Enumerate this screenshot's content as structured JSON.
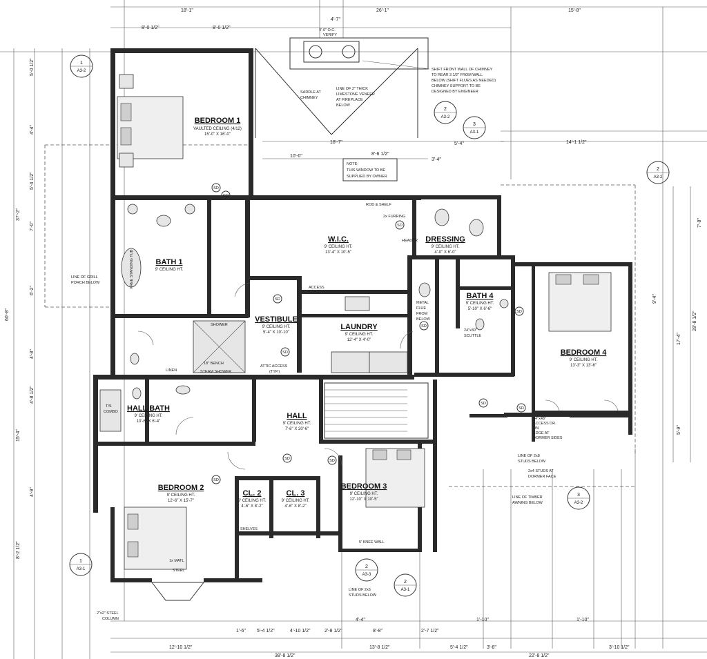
{
  "rooms": {
    "bedroom1": {
      "title": "BEDROOM 1",
      "ceiling": "VAULTED CEILING (4/12)",
      "size": "15'-0\" X 16'-0\""
    },
    "bath1": {
      "title": "BATH 1",
      "ceiling": "9' CEILING HT."
    },
    "wic": {
      "title": "W.I.C.",
      "ceiling": "9' CEILING HT.",
      "size": "13'-4\" X 10'-5\""
    },
    "dressing": {
      "title": "DRESSING",
      "ceiling": "9' CEILING HT.",
      "size": "4'-0\" X 6'-0\""
    },
    "vestibule": {
      "title": "VESTIBULE",
      "ceiling": "9' CEILING HT.",
      "size": "5'-4\" X 10'-10\""
    },
    "laundry": {
      "title": "LAUNDRY",
      "ceiling": "9' CEILING HT.",
      "size": "12'-4\" X 4'-0\""
    },
    "bath4": {
      "title": "BATH 4",
      "ceiling": "9' CEILING HT.",
      "size": "5'-10\" X 6'-6\""
    },
    "bedroom4": {
      "title": "BEDROOM 4",
      "ceiling": "9' CEILING HT.",
      "size": "13'-3\" X 13'-6\""
    },
    "hallbath": {
      "title": "HALL BATH",
      "ceiling": "9' CEILING HT.",
      "size": "10'-6\" X 6'-4\""
    },
    "hall": {
      "title": "HALL",
      "ceiling": "9' CEILING HT.",
      "size": "7'-6\" X 20'-6\""
    },
    "bedroom2": {
      "title": "BEDROOM 2",
      "ceiling": "9' CEILING HT.",
      "size": "12'-6\" X 15'-7\""
    },
    "cl2": {
      "title": "CL. 2",
      "ceiling": "9' CEILING HT.",
      "size": "4'-6\" X 8'-2\""
    },
    "cl3": {
      "title": "CL. 3",
      "ceiling": "9' CEILING HT.",
      "size": "4'-6\" X 8'-2\""
    },
    "bedroom3": {
      "title": "BEDROOM 3",
      "ceiling": "9' CEILING HT.",
      "size": "12'-10\" X 10'-5\""
    }
  },
  "notes": {
    "window_note": [
      "NOTE:",
      "THIS WINDOW TO BE",
      "SUPPLIED BY OWNER"
    ],
    "chimney_note": [
      "SHIFT FRONT WALL OF CHIMNEY",
      "TO REAR 3 1/2\" FROM WALL",
      "BELOW (SHIFT FLUES AS NEEDED)",
      "CHIMNEY SUPPORT TO BE",
      "DESIGNED BY ENGINEER"
    ],
    "saddle": [
      "SADDLE AT",
      "CHIMNEY"
    ],
    "veneer": [
      "LINE OF 2\" THICK",
      "LIMESTONE VENEER",
      "AT FIREPLACE",
      "BELOW"
    ],
    "grill": [
      "LINE OF GRILL",
      "PORCH BELOW"
    ],
    "timber": [
      "LINE OF TIMBER",
      "AWNING BELOW"
    ],
    "studs_below": [
      "LINE OF 2x6",
      "STUDS BELOW"
    ],
    "dormer_access": [
      "24\"x48\"",
      "ACCESS DR.",
      "ON",
      "EDGE AT",
      "DORMER SIDES"
    ],
    "studs_dormer": [
      "LINE OF 2x8",
      "STUDS BELOW"
    ],
    "studs_face": [
      "2x4 STUDS AT",
      "DORMER FACE"
    ],
    "attic": [
      "ATTIC ACCESS",
      "(TYP.)"
    ],
    "shower": "SHOWER",
    "bench": "18\" BENCH",
    "steam": "STEAM SHOWER",
    "linen": "LINEN",
    "tub": "FREE STANDING TUB",
    "metal_flue": [
      "METAL",
      "FLUE",
      "FROM",
      "BELOW"
    ],
    "scuttle": [
      "24\"x30\"",
      "SCUTTLE"
    ],
    "steel_column": [
      "2\"x2\" STEEL",
      "COLUMN"
    ],
    "matl": [
      "1x MATL",
      "STEEL"
    ],
    "knee_wall": "5' KNEE WALL",
    "rod_shelf": "ROD & SHELF",
    "shelves": "SHELVES",
    "access": "ACCESS",
    "furring": "2x FURRING",
    "header": "HEADER",
    "combo": [
      "T/S",
      "COMBO"
    ],
    "verify": [
      "4'-0\" O.C.",
      "VERIFY"
    ]
  },
  "dims_top": [
    "18'-1\"",
    "26'-1\"",
    "15'-8\"",
    "8'-0 1/2\"",
    "8'-0 1/2\"",
    "4'-7\"",
    "10'-0\"",
    "18'-7\"",
    "8'-6 1/2\"",
    "5'-4\"",
    "3'-4\"",
    "14'-1 1/2\""
  ],
  "dims_bottom": [
    "12'-10 1/2\"",
    "38'-8 1/2\"",
    "13'-8 1/2\"",
    "5'-4 1/2\"",
    "3'-8\"",
    "22'-8 1/2\"",
    "3'-10 1/2\"",
    "1'-6\"",
    "5'-4 1/2\"",
    "4'-10 1/2\"",
    "2'-8 1/2\"",
    "4'-4\"",
    "8'-8\"",
    "2'-7 1/2\"",
    "1'-10\"",
    "1'-10\""
  ],
  "dims_left": [
    "60'-8\"",
    "37'-2\"",
    "5'-0 1/2\"",
    "4'-4\"",
    "5'-4 1/2\"",
    "7'-0\"",
    "6'-2\"",
    "4'-8\"",
    "4'-8 1/2\"",
    "15'-4\"",
    "4'-9\"",
    "8'-2 1/2\""
  ],
  "dims_right": [
    "28'-8 1/2\"",
    "17'-4\"",
    "7'-8\"",
    "9'-4\"",
    "5'-9\""
  ],
  "section_bubbles": [
    {
      "top": "1",
      "bot": "A3-2"
    },
    {
      "top": "2",
      "bot": "A3-2"
    },
    {
      "top": "3",
      "bot": "A3-1"
    },
    {
      "top": "2",
      "bot": "A3-2"
    },
    {
      "top": "3",
      "bot": "A3-2"
    },
    {
      "top": "1",
      "bot": "A3-1"
    },
    {
      "top": "2",
      "bot": "A3-3"
    },
    {
      "top": "2",
      "bot": "A3-1"
    }
  ],
  "tags": [
    "SD",
    "CO",
    "SD",
    "SD",
    "SD",
    "SD",
    "SD",
    "SD",
    "SD",
    "SD",
    "SD",
    "SD"
  ]
}
